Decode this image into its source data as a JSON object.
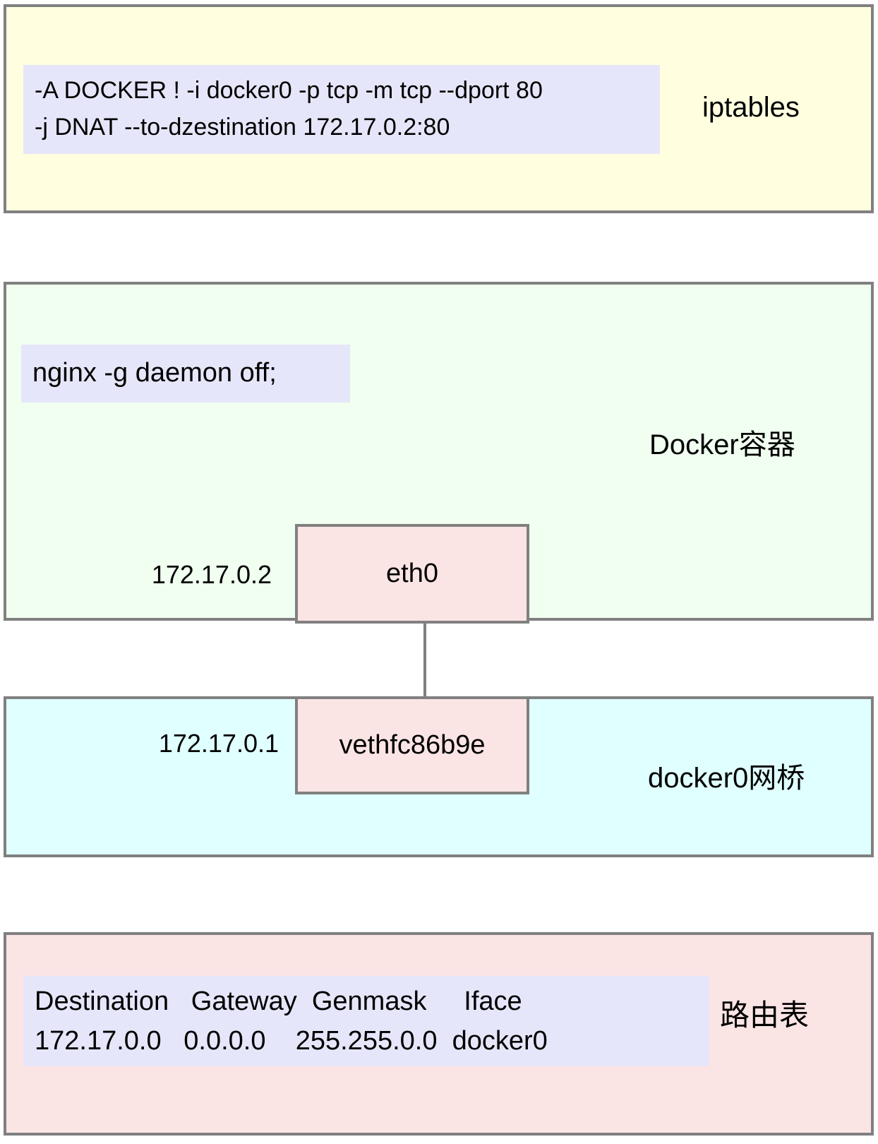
{
  "diagram": {
    "title": "Docker bridge networking diagram",
    "colors": {
      "iptables_fill": "#ffffe0",
      "container_fill": "#f0fff0",
      "bridge_fill": "#e0ffff",
      "route_fill": "#fbe4e4",
      "panel_fill": "#e6e6fa",
      "interface_fill": "#fbe4e4",
      "border": "#808080",
      "text": "#000000"
    }
  },
  "iptables": {
    "label": "iptables",
    "rule_line_1": "-A DOCKER ! -i docker0 -p tcp -m tcp --dport 80",
    "rule_line_2": "-j DNAT --to-dzestination 172.17.0.2:80"
  },
  "container": {
    "label": "Docker容器",
    "command": "nginx -g daemon off;",
    "interface": {
      "name": "eth0",
      "ip": "172.17.0.2"
    }
  },
  "bridge": {
    "label": "docker0网桥",
    "interface": {
      "name": "vethfc86b9e",
      "ip": "172.17.0.1"
    }
  },
  "route": {
    "label": "路由表",
    "headers": "Destination   Gateway  Genmask     Iface",
    "row": "172.17.0.0   0.0.0.0    255.255.0.0  docker0"
  }
}
